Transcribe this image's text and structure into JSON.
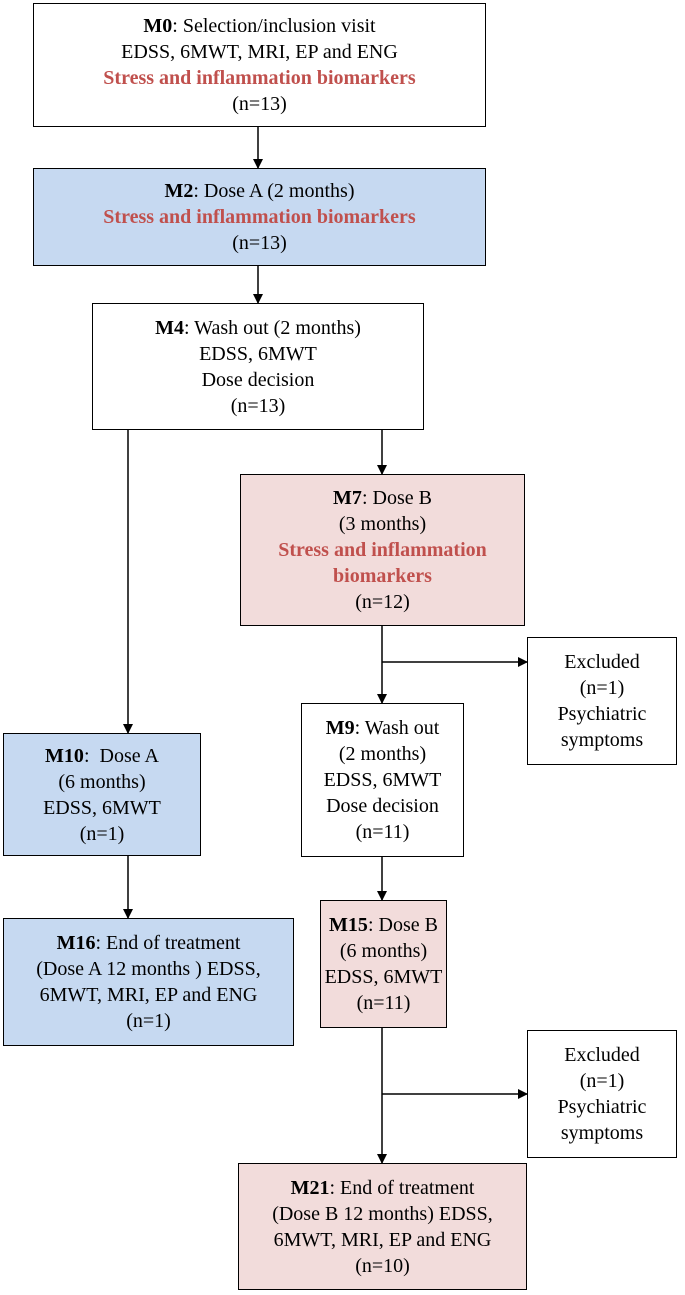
{
  "colors": {
    "biomarker_text": "#c0504d",
    "blue_fill": "#c6d9f1",
    "pink_fill": "#f2dcdb",
    "white_fill": "#ffffff",
    "border": "#000000"
  },
  "nodes": {
    "m0": {
      "code": "M0",
      "title": ": Selection/inclusion visit",
      "assess": "EDSS, 6MWT, MRI, EP and ENG",
      "bio": "Stress  and inflammation biomarkers",
      "n": "(n=13)"
    },
    "m2": {
      "code": "M2",
      "title": ": Dose A (2 months)",
      "bio": "Stress  and inflammation biomarkers",
      "n": "(n=13)"
    },
    "m4": {
      "code": "M4",
      "title": ": Wash out (2 months)",
      "assess": "EDSS, 6MWT",
      "decision": "Dose decision",
      "n": "(n=13)"
    },
    "m7": {
      "code": "M7",
      "title": ": Dose B",
      "duration": "(3 months)",
      "bio": "Stress  and inflammation biomarkers",
      "n": "(n=12)"
    },
    "excluded1": {
      "label": "Excluded",
      "n": "(n=1)",
      "reason": "Psychiatric symptoms"
    },
    "m9": {
      "code": "M9",
      "title": ": Wash out",
      "duration": "(2 months)",
      "assess": "EDSS, 6MWT",
      "decision": "Dose decision",
      "n": "(n=11)"
    },
    "m10": {
      "code": "M10",
      "title": ":  Dose A",
      "duration": "(6 months)",
      "assess": "EDSS, 6MWT",
      "n": "(n=1)"
    },
    "m15": {
      "code": "M15",
      "title": ": Dose B",
      "duration": "(6 months)",
      "assess": "EDSS, 6MWT",
      "n": "(n=11)"
    },
    "m16": {
      "code": "M16",
      "title": ": End of treatment",
      "line2": "(Dose A 12 months ) EDSS,",
      "line3": "6MWT, MRI, EP and ENG",
      "n": "(n=1)"
    },
    "excluded2": {
      "label": "Excluded",
      "n": "(n=1)",
      "reason": "Psychiatric symptoms"
    },
    "m21": {
      "code": "M21",
      "title": ": End of treatment",
      "line2": "(Dose B 12 months) EDSS,",
      "line3": "6MWT, MRI, EP and ENG",
      "n": "(n=10)"
    }
  }
}
